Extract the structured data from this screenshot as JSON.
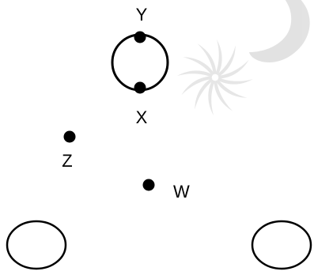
{
  "diagram": {
    "background_color": "#ffffff",
    "ink_color": "#000000",
    "watermark_color": "#e2e2e2",
    "loop": {
      "top_node_label": "Y",
      "bottom_node_label": "X"
    },
    "isolated_nodes": [
      {
        "label": "Z"
      },
      {
        "label": "W"
      }
    ],
    "bottom_shapes": [
      "left-ellipse",
      "right-ellipse"
    ],
    "watermark_icon": "pinwheel-swirl-icon"
  }
}
